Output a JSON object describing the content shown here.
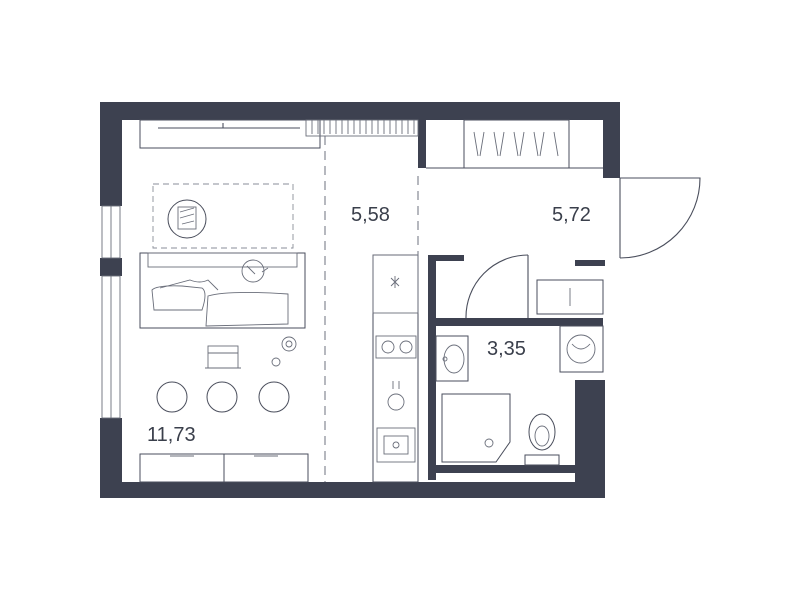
{
  "floor_plan": {
    "rooms": [
      {
        "id": "living-room",
        "area": "11,73"
      },
      {
        "id": "kitchen",
        "area": "5,58"
      },
      {
        "id": "hallway",
        "area": "5,72"
      },
      {
        "id": "bathroom",
        "area": "3,35"
      }
    ]
  },
  "colors": {
    "wall": "#3d4150",
    "line": "#4a4e5c",
    "label": "#3a3f4b",
    "background": "#ffffff"
  }
}
